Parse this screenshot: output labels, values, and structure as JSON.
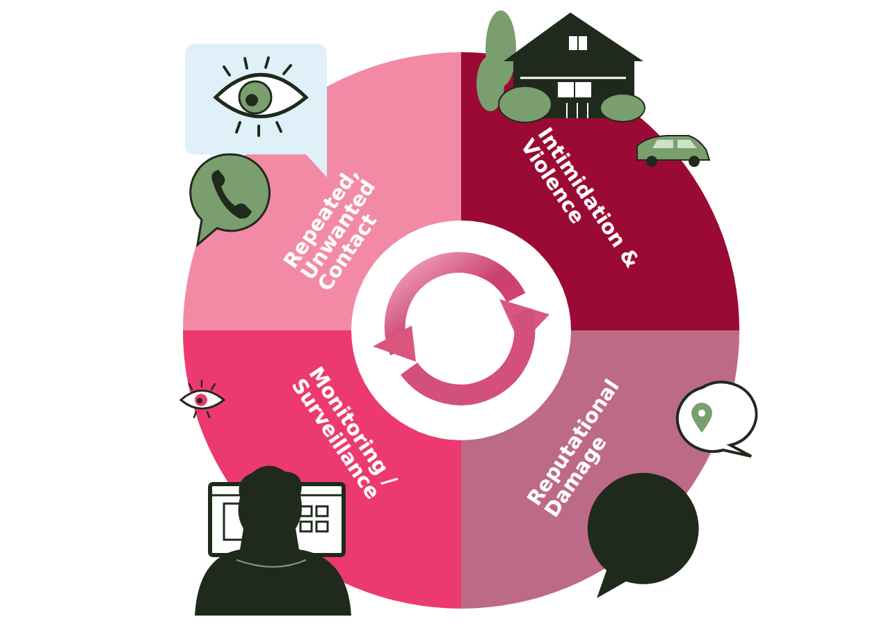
{
  "diagram": {
    "nodes": [
      {
        "text": [
          "Repeated, Unwanted Contact"
        ]
      },
      {
        "text": [
          "Intimidation & Violence"
        ]
      },
      {
        "text": [
          "Monitoring / Surveillance"
        ]
      },
      {
        "text": [
          "Reputational Damage"
        ]
      }
    ]
  }
}
